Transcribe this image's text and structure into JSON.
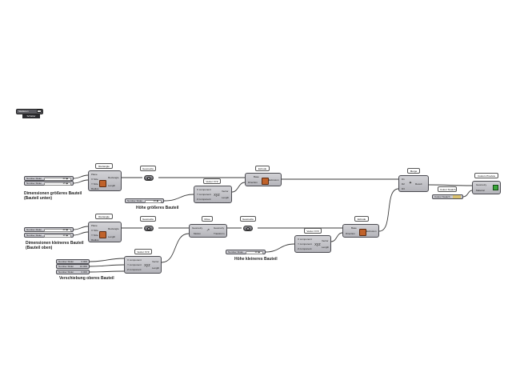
{
  "toggle": {
    "text": "Skalieren",
    "label": "Schalter"
  },
  "captions": {
    "group1_line1": "Dimensionen größeres Bauteil",
    "group1_line2": "(Bauteil unten)",
    "group2_line1": "Dimensionen kleineres Bauteil",
    "group2_line2": "(Bauteil oben)",
    "height_large": "Höhe größeres Bauteil",
    "shift_upper": "Verschiebung oberes Bauteil",
    "height_small": "Höhe kleineres Bauteil"
  },
  "bubbles": {
    "rect1": "Rectangle",
    "rect2": "Rectangle",
    "geo1": "Geometrie",
    "geo2": "Geometrie",
    "geo3": "Geometrie",
    "extrude1": "Extrude",
    "extrude2": "Extrude",
    "move": "Move",
    "vec1": "Vector XYZ",
    "vec2": "Vector XYZ",
    "vec3": "Vector XYZ",
    "merge": "Merge",
    "custom_preview": "Custom Preview",
    "colour_swatch": "Colour Swatch"
  },
  "sliders": {
    "s1": {
      "label": "Number Slider",
      "value": "20 ◆"
    },
    "s2": {
      "label": "Number Slider",
      "value": "15 ◆"
    },
    "s3": {
      "label": "Number Slider",
      "value": "10 ◆"
    },
    "s4": {
      "label": "Number Slider",
      "value": "20 ◆"
    },
    "s5": {
      "label": "Number Slider",
      "value": "10 ◆"
    },
    "s6": {
      "label": "Number Slider",
      "value": "0.000"
    },
    "s7": {
      "label": "Number Slider",
      "value": "10.000"
    },
    "s8": {
      "label": "Number Slider",
      "value": "0.000"
    },
    "s9": {
      "label": "Number Slider",
      "value": "10 ◆"
    },
    "colour": {
      "label": "Colour Swatch",
      "value": ""
    }
  },
  "rect": {
    "inputs": [
      "Plane",
      "X Size",
      "Y Size",
      "Radius"
    ],
    "outputs": [
      "Rectangle",
      "Length"
    ]
  },
  "extrude": {
    "inputs": [
      "Base",
      "Direction"
    ],
    "outputs": [
      "Extrusion"
    ]
  },
  "move": {
    "inputs": [
      "Geometry",
      "Motion"
    ],
    "outputs": [
      "Geometry",
      "Transform"
    ]
  },
  "vec": {
    "inputs": [
      "X component",
      "Y component",
      "Z component"
    ],
    "outputs": [
      "Vector",
      "Length"
    ],
    "glyph": "xyz"
  },
  "merge": {
    "inputs": [
      "D1",
      "D2",
      "D3"
    ],
    "outputs": [
      "Result"
    ]
  },
  "preview": {
    "inputs": [
      "Geometry",
      "Material"
    ]
  },
  "colors": {
    "wire": "#3a3a3a",
    "node": "#c4c4ca",
    "icon": "#c0622a"
  }
}
